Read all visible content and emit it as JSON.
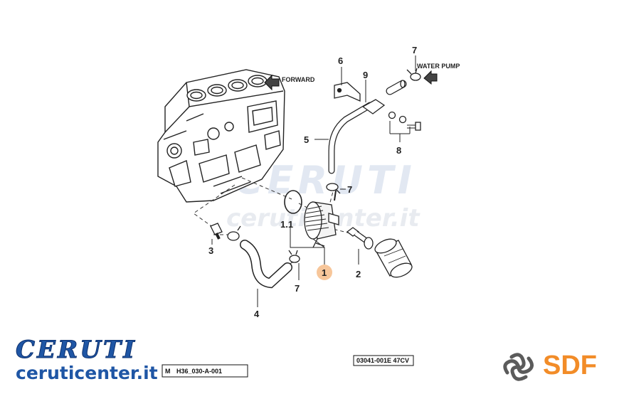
{
  "labels": {
    "forward": "FORWARD",
    "water_pump": "WATER PUMP"
  },
  "callouts": {
    "c1": "1",
    "c1_1": "1.1",
    "c2": "2",
    "c3": "3",
    "c4": "4",
    "c5": "5",
    "c6": "6",
    "c7a": "7",
    "c7b": "7",
    "c7c": "7",
    "c8": "8",
    "c9": "9"
  },
  "drawing_codes": {
    "left": "H36_030-A-001",
    "left_prefix": "M",
    "right": "03041-001E 47CV"
  },
  "watermark": {
    "title": "CERUTI",
    "url": "ceruticenter.it"
  },
  "brand": {
    "title": "CERUTI",
    "url": "ceruticenter.it",
    "sdf": "SDF"
  },
  "colors": {
    "brand_blue": "#1f56a5",
    "sdf_orange": "#f28c28",
    "highlight": "#f7c69a",
    "line": "#222222"
  }
}
